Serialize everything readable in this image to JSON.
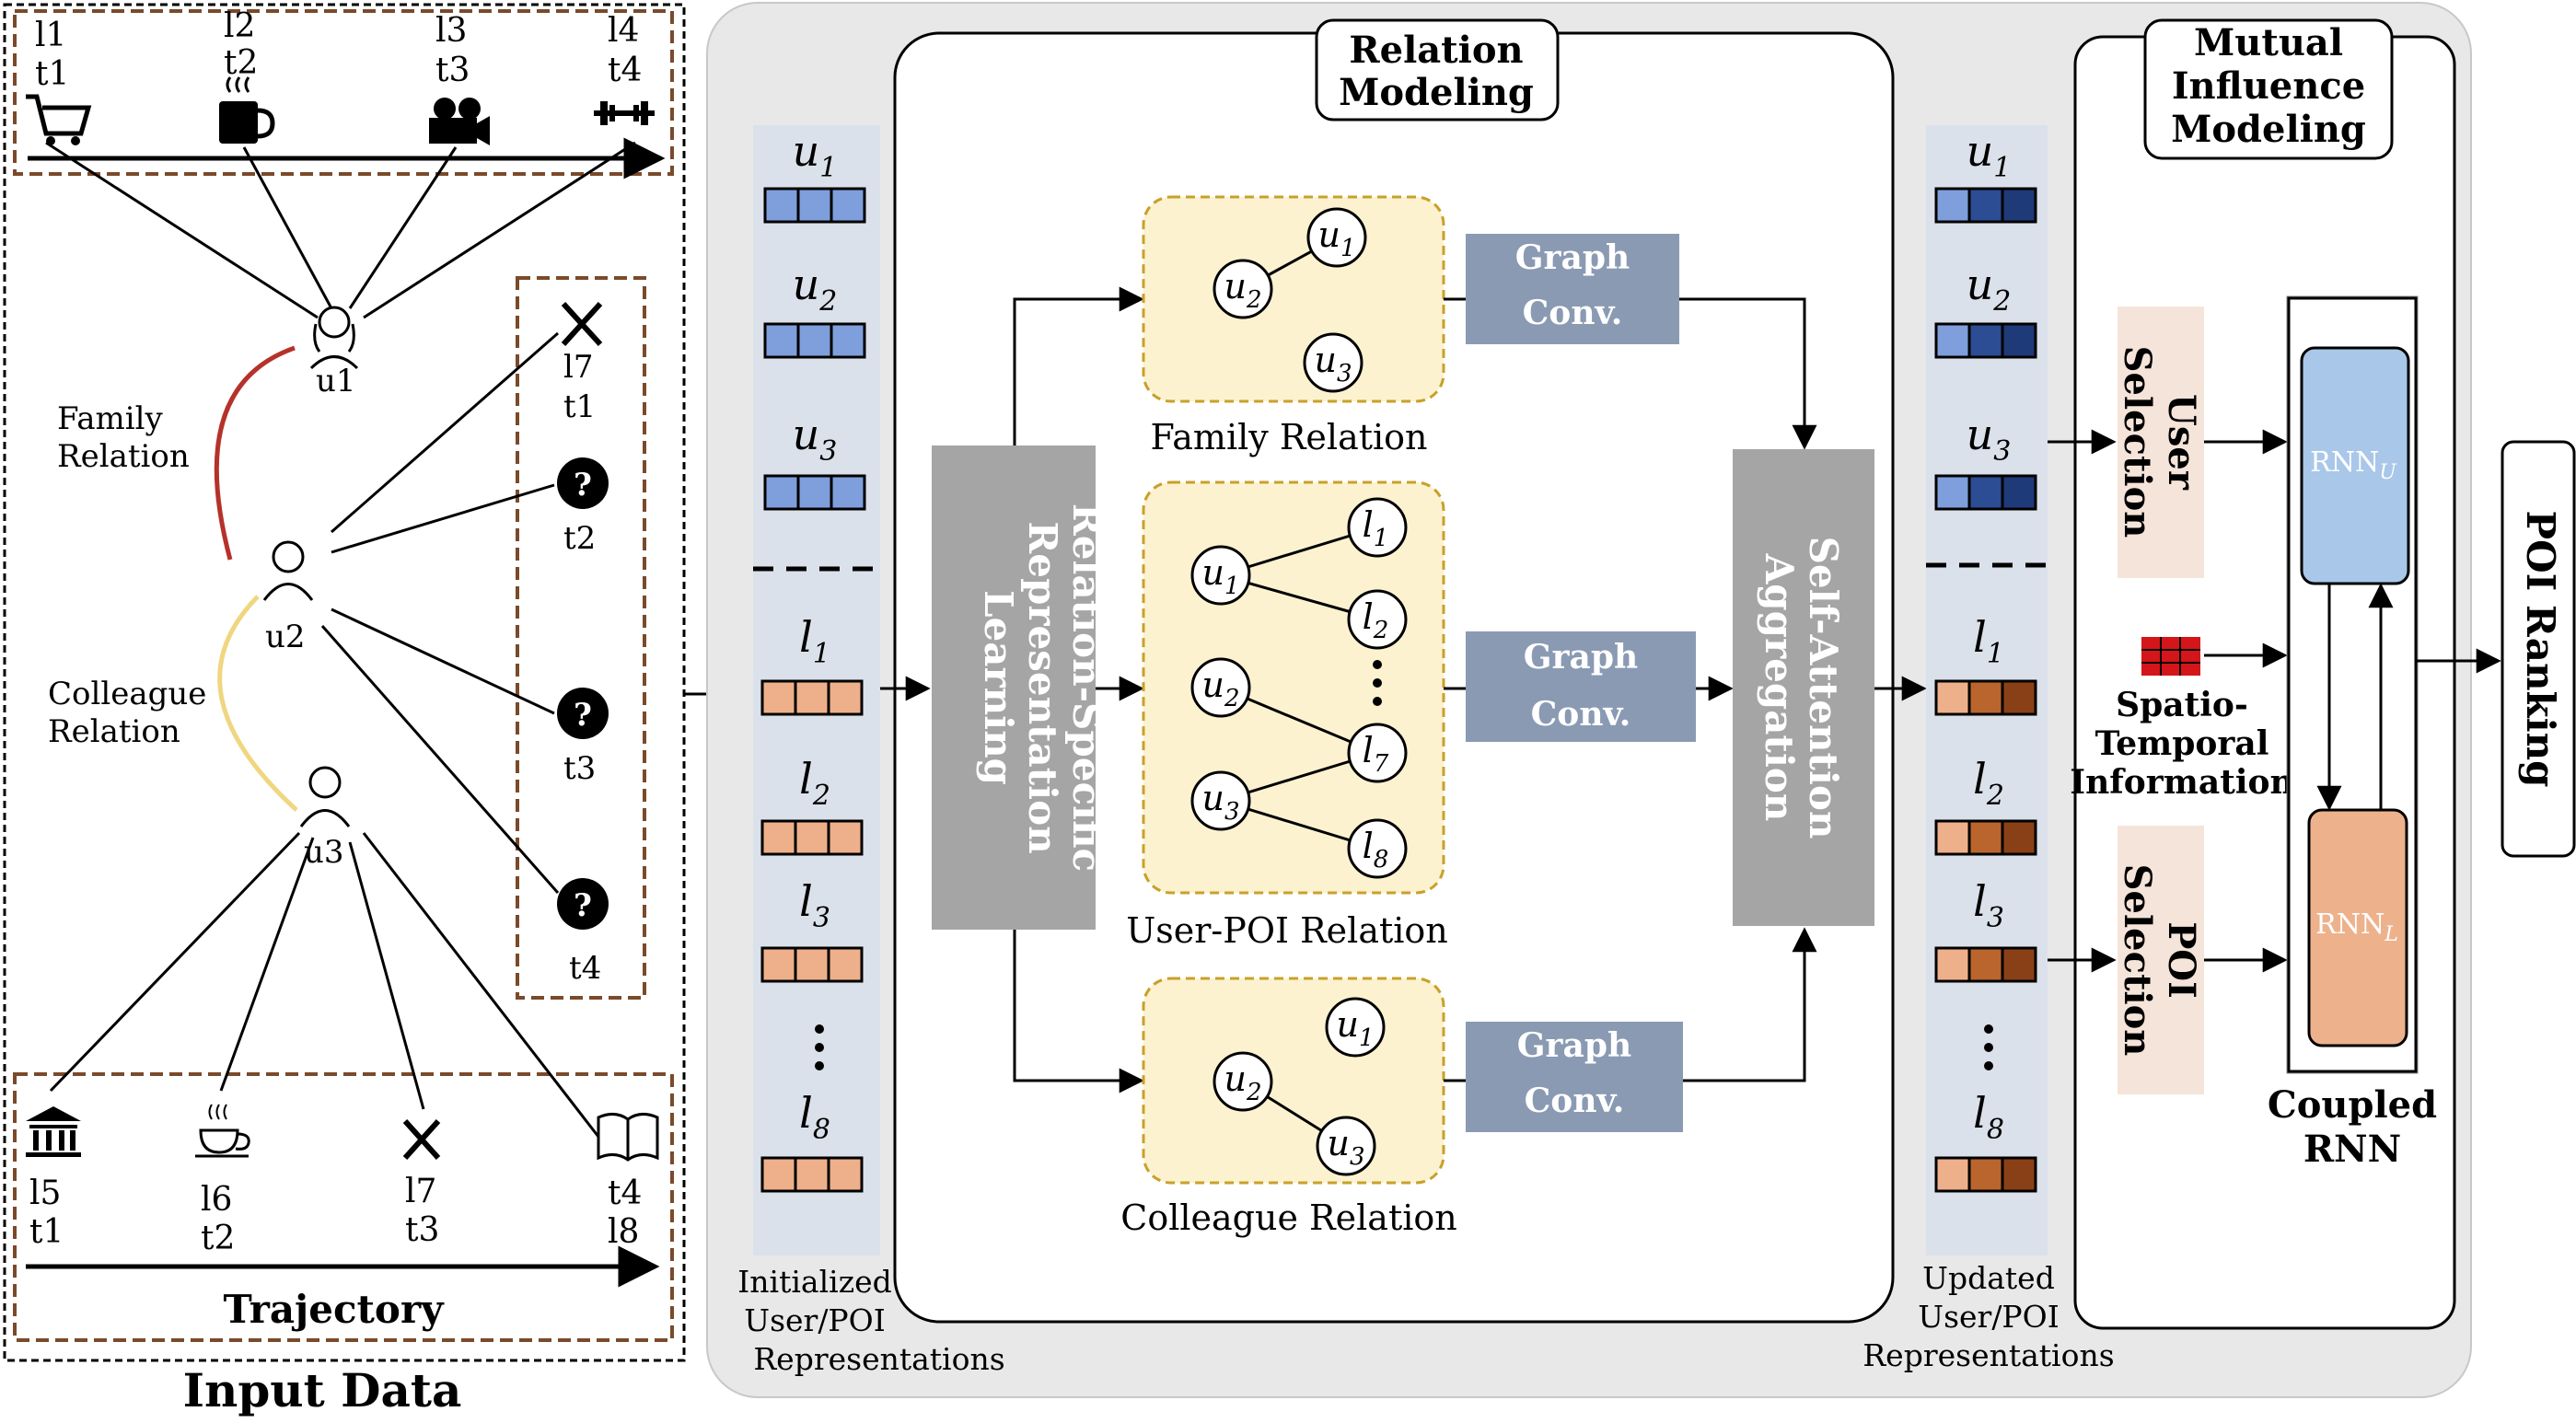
{
  "input": {
    "title": "Input Data",
    "top_traj": [
      {
        "l": "l1",
        "t": "t1",
        "icon": "cart-icon"
      },
      {
        "l": "l2",
        "t": "t2",
        "icon": "coffee-mug-icon"
      },
      {
        "l": "l3",
        "t": "t3",
        "icon": "camera-icon"
      },
      {
        "l": "l4",
        "t": "t4",
        "icon": "dumbbell-icon"
      }
    ],
    "users": [
      "u1",
      "u2",
      "u3"
    ],
    "family_label": [
      "Family",
      "Relation"
    ],
    "colleague_label": [
      "Colleague",
      "Relation"
    ],
    "query": {
      "l": "l7",
      "t1": "t1",
      "t2": "t2",
      "t3": "t3",
      "t4": "t4"
    },
    "bottom_traj": [
      {
        "l": "l5",
        "t": "t1",
        "icon": "bank-icon"
      },
      {
        "l": "l6",
        "t": "t2",
        "icon": "teacup-icon"
      },
      {
        "l": "l7",
        "t": "t3",
        "icon": "fork-knife-icon"
      },
      {
        "l": "t4",
        "t": "l8",
        "icon": "book-icon"
      }
    ],
    "trajectory_label": "Trajectory"
  },
  "init_rep": {
    "u_labels": [
      "u",
      "u",
      "u"
    ],
    "u_subs": [
      "1",
      "2",
      "3"
    ],
    "l_labels": [
      "l",
      "l",
      "l",
      "l"
    ],
    "l_subs": [
      "1",
      "2",
      "3",
      "8"
    ],
    "caption": [
      "Initialized",
      "User/POI",
      "Representations"
    ]
  },
  "relation_modeling": {
    "title": [
      "Relation",
      "Modeling"
    ],
    "rsrl": [
      "Relation-Specific",
      "Representation",
      "Learning"
    ],
    "family_title": "Family Relation",
    "userpoi_title": "User-POI Relation",
    "colleague_title": "Colleague Relation",
    "graph_conv": [
      "Graph",
      "Conv."
    ],
    "self_attention": [
      "Self-Attention",
      "Aggregation"
    ],
    "node_u": "u",
    "node_l": "l",
    "subs": {
      "one": "1",
      "two": "2",
      "three": "3",
      "seven": "7",
      "eight": "8"
    }
  },
  "updated_rep": {
    "caption": [
      "Updated",
      "User/POI",
      "Representations"
    ]
  },
  "mutual": {
    "title": [
      "Mutual",
      "Influence",
      "Modeling"
    ],
    "user_selection": [
      "User",
      "Selection"
    ],
    "poi_selection": [
      "POI",
      "Selection"
    ],
    "spatio": [
      "Spatio-",
      "Temporal",
      "Information"
    ],
    "rnn": "RNN",
    "rnn_u_sub": "U",
    "rnn_l_sub": "L",
    "coupled": [
      "Coupled",
      "RNN"
    ]
  },
  "output": "POI Ranking",
  "colors": {
    "panel_gray": "#e8e8e8",
    "rep_column": "#dbe1ea",
    "user_embed": "#7f9fdc",
    "poi_embed": "#eeb08a",
    "user_embed_dark": "#1f3a78",
    "poi_embed_dark": "#8a4016",
    "graph_conv": "#8a9ab3",
    "rsrl": "#a6a5a5",
    "graph_bg": "#fcf2d0",
    "graph_border": "#c9a02a",
    "dashed_brown": "#7a4a2a",
    "selection_bg": "#f5e4d9",
    "rnn_u": "#a9c7e8",
    "rnn_l": "#edb28c",
    "family_arc": "#b5322b",
    "colleague_arc": "#f0d680",
    "spatio_red": "#d4151a"
  }
}
